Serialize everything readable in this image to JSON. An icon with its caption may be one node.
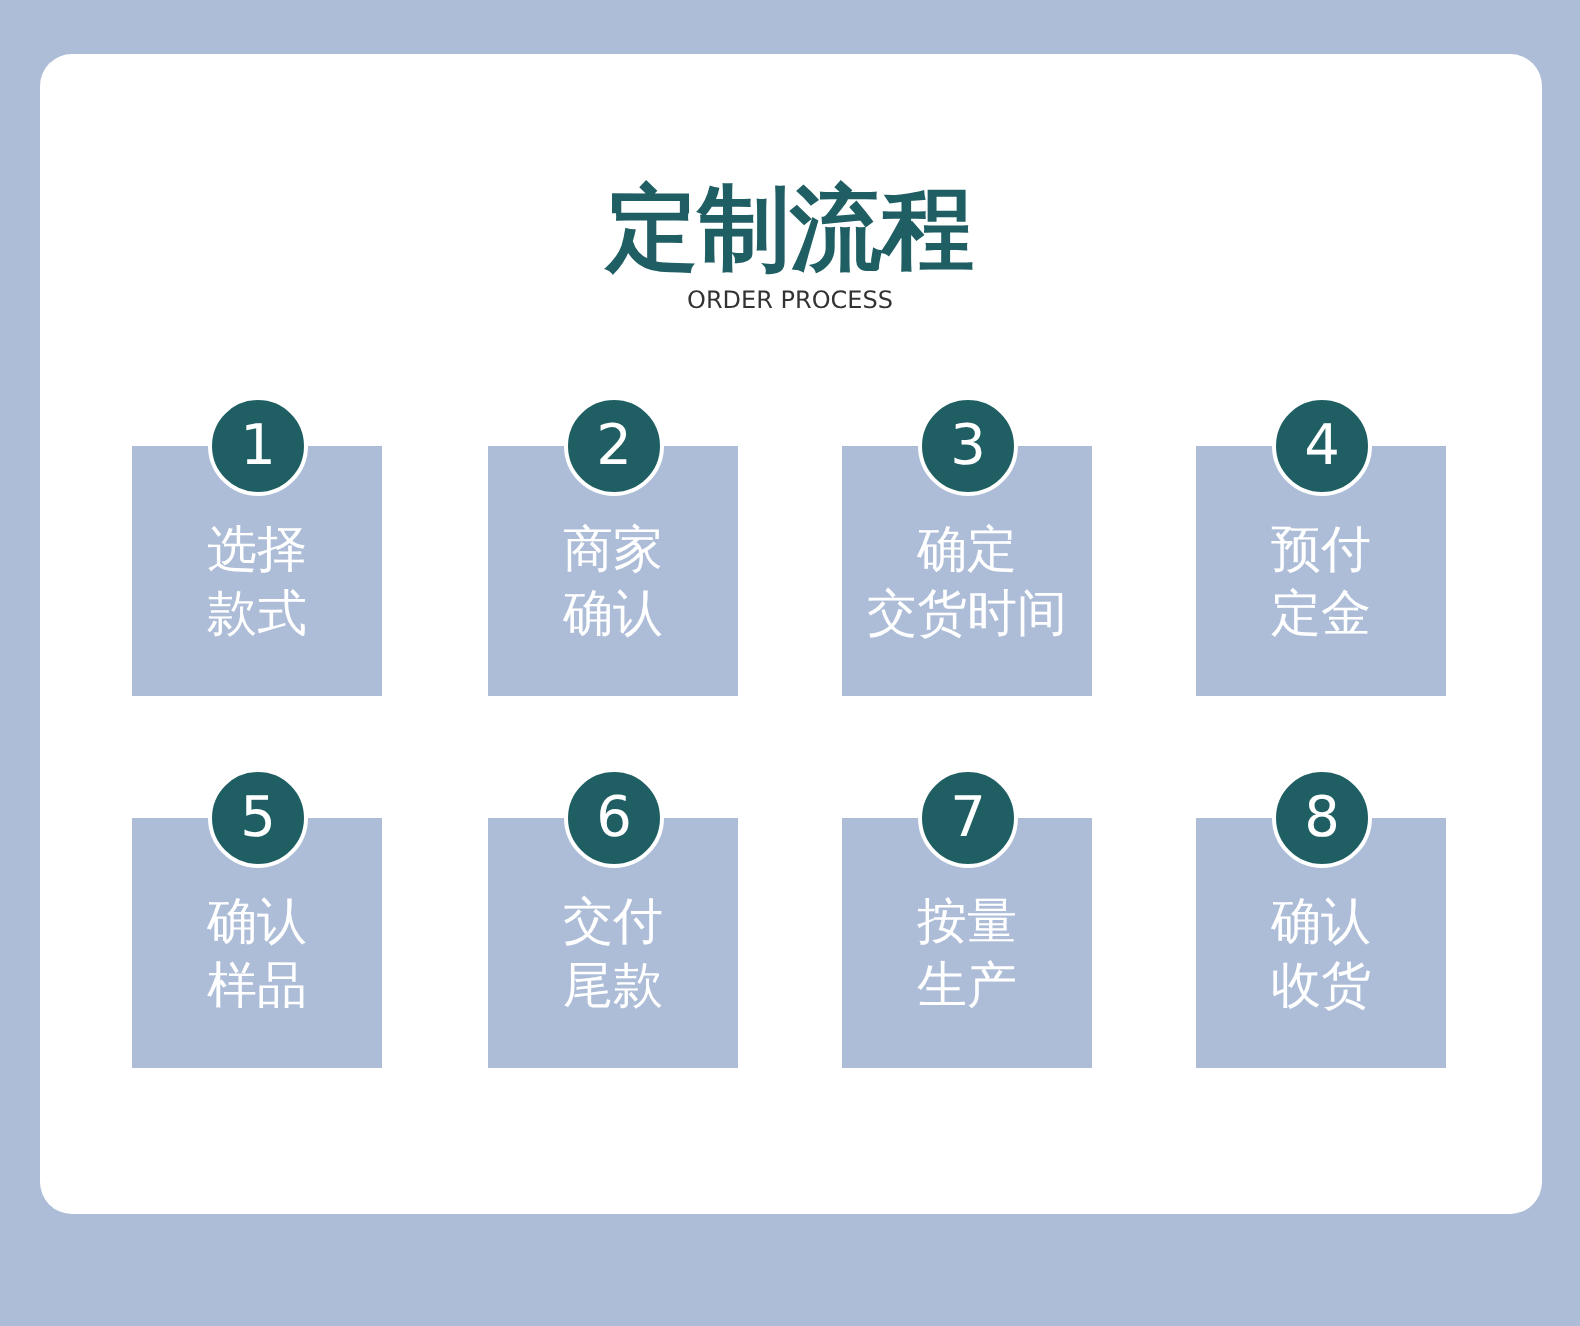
{
  "diagram": {
    "title": "定制流程",
    "nodes": [
      {
        "text": [
          "1"
        ]
      },
      {
        "text": [
          "选择款式"
        ]
      },
      {
        "text": [
          "2"
        ]
      },
      {
        "text": [
          "商家确认"
        ]
      },
      {
        "text": [
          "3"
        ]
      },
      {
        "text": [
          "确定交货时间"
        ]
      },
      {
        "text": [
          "4"
        ]
      },
      {
        "text": [
          "预付定金"
        ]
      },
      {
        "text": [
          "5"
        ]
      },
      {
        "text": [
          "确认样品"
        ]
      },
      {
        "text": [
          "6"
        ]
      },
      {
        "text": [
          "交付尾款"
        ]
      },
      {
        "text": [
          "7"
        ]
      },
      {
        "text": [
          "按量生产"
        ]
      },
      {
        "text": [
          "8"
        ]
      },
      {
        "text": [
          "确认收货"
        ]
      }
    ],
    "labels": [
      "ORDER PROCESS"
    ]
  }
}
